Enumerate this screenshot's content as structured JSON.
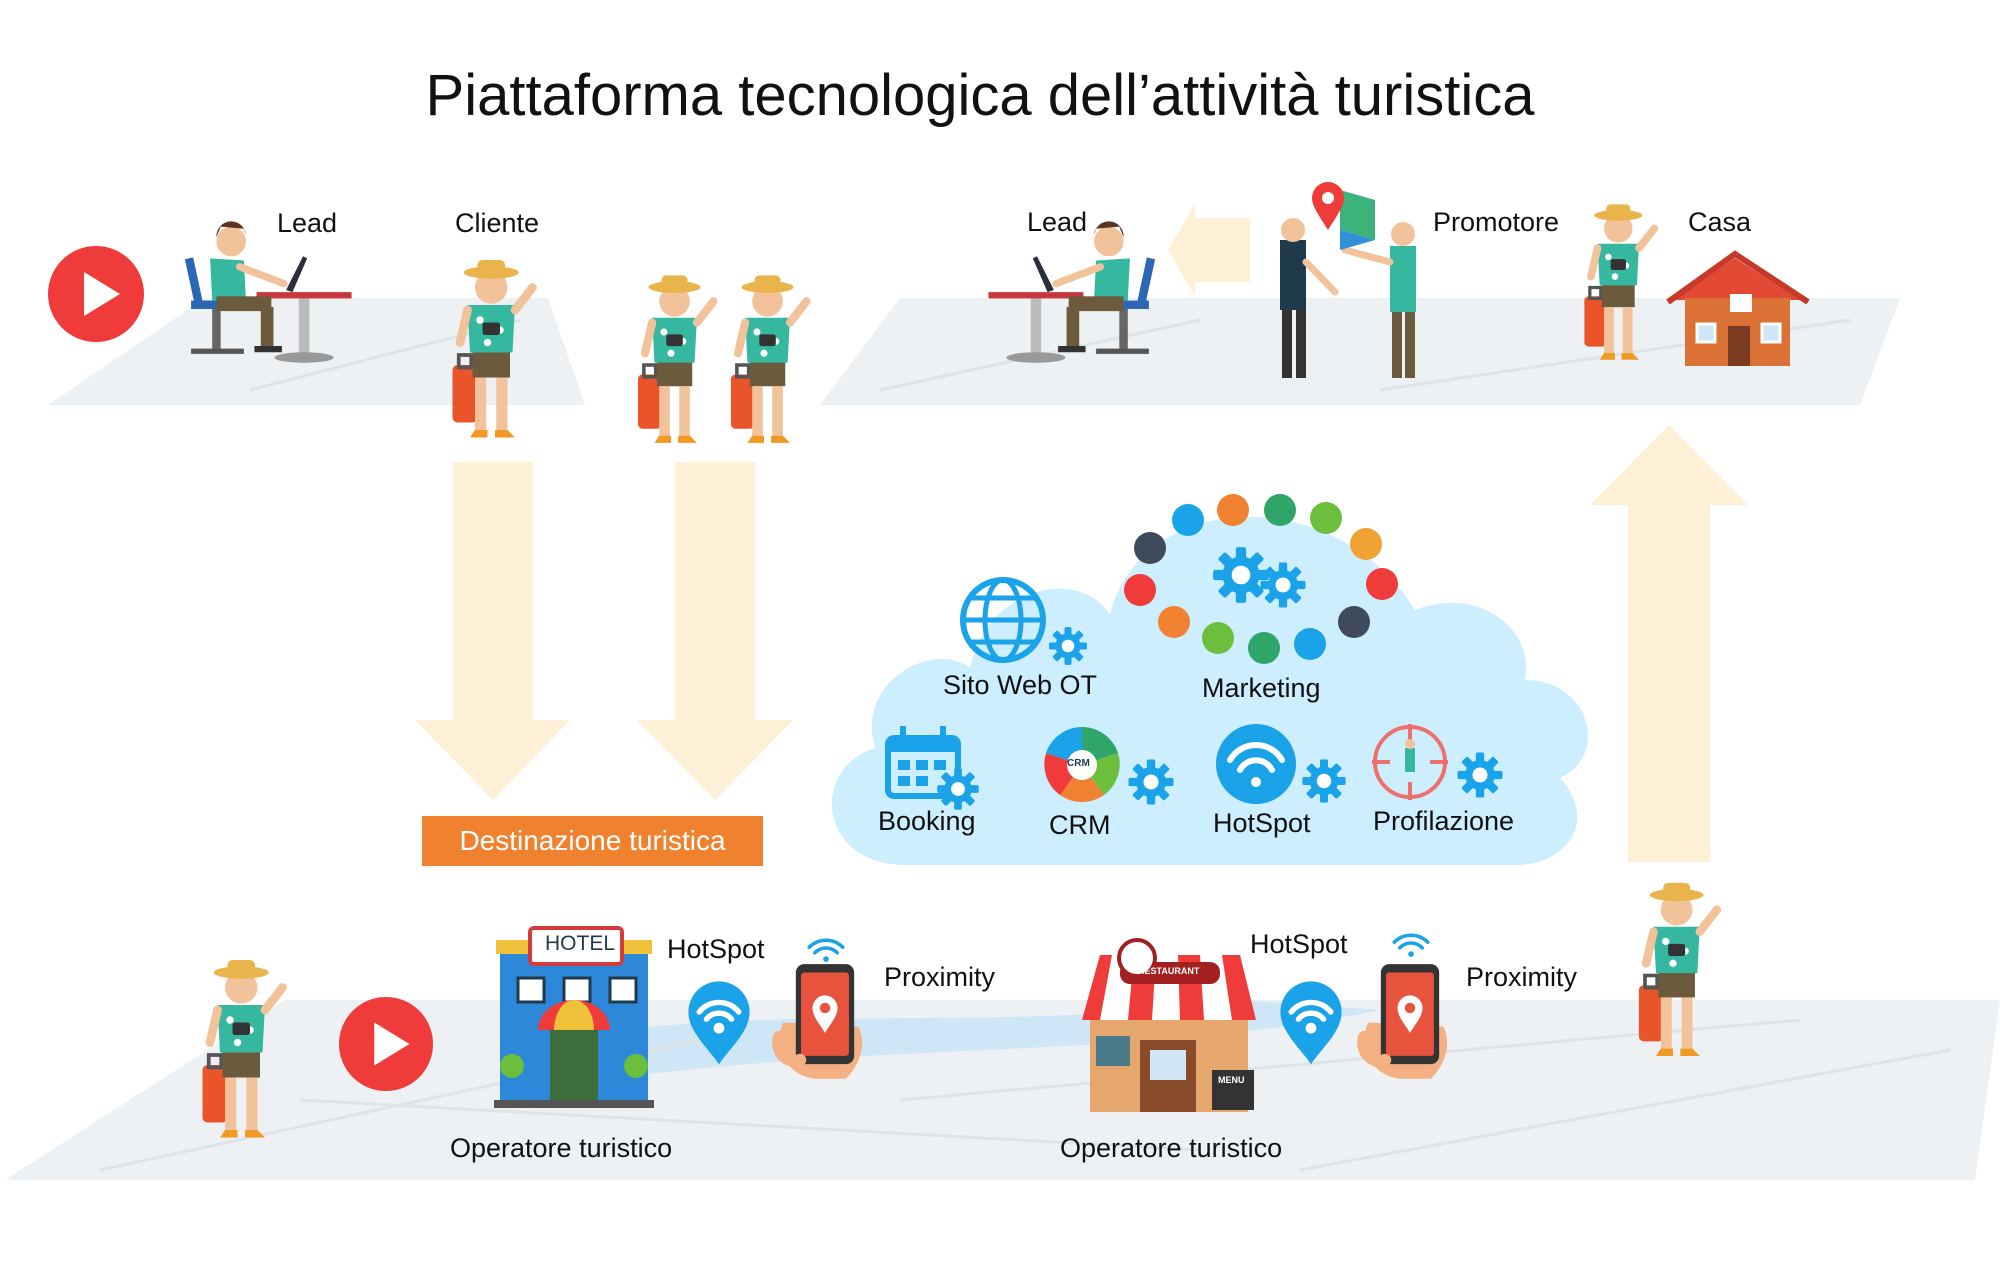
{
  "title": "Piattaforma tecnologica dell’attività turistica",
  "top_left": {
    "lead": "Lead",
    "cliente": "Cliente"
  },
  "top_right": {
    "lead": "Lead",
    "promotore": "Promotore",
    "casa": "Casa"
  },
  "destination": "Destinazione turistica",
  "cloud": {
    "sito_web": "Sito Web OT",
    "marketing": "Marketing",
    "booking": "Booking",
    "crm": "CRM",
    "crm_badge": "CRM",
    "hotspot": "HotSpot",
    "profilazione": "Profilazione"
  },
  "bottom_left": {
    "hotel_sign": "HOTEL",
    "hotspot": "HotSpot",
    "proximity": "Proximity",
    "operator": "Operatore turistico"
  },
  "bottom_right": {
    "restaurant_sign": "RESTAURANT",
    "menu": "MENU",
    "hotspot": "HotSpot",
    "proximity": "Proximity",
    "operator": "Operatore turistico"
  },
  "colors": {
    "orange": "#f0822f",
    "cloud": "#cdeeff",
    "arrow": "#fdf0d6",
    "play_red": "#ef3b39",
    "icon_blue": "#1aa3e8"
  }
}
